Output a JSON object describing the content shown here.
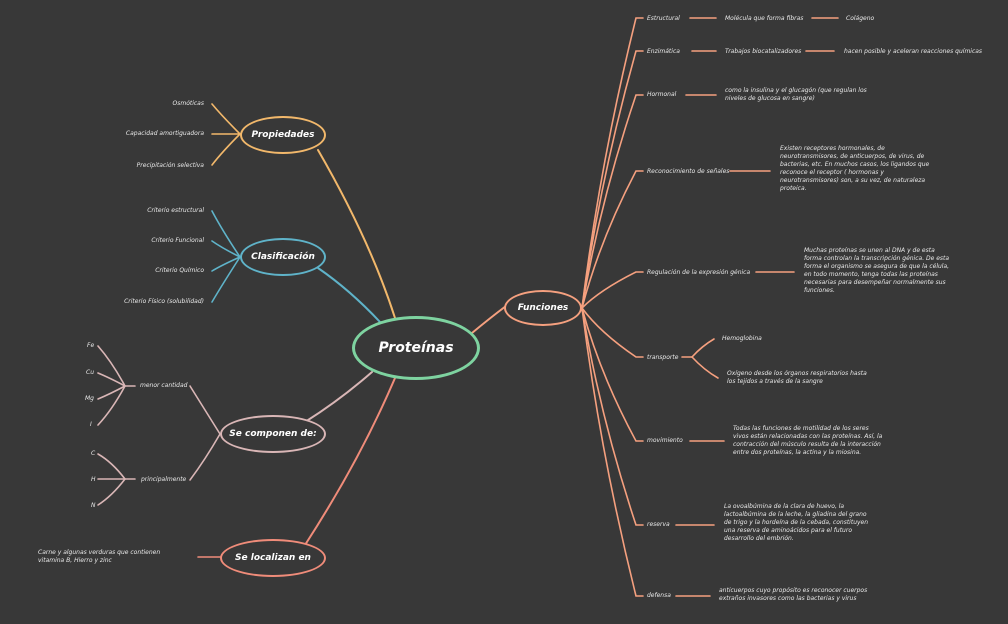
{
  "central": "Proteínas",
  "colors": {
    "central": "#7ed3a0",
    "propiedades": "#f2b86b",
    "clasificacion": "#5fb3c9",
    "componen": "#d9b6b6",
    "localizan": "#f08c7a",
    "funciones": "#f5a07f"
  },
  "propiedades": {
    "title": "Propiedades",
    "items": [
      "Osmóticas",
      "Capacidad amortiguadora",
      "Precipitación selectiva"
    ]
  },
  "clasificacion": {
    "title": "Clasificación",
    "items": [
      "Criterio estructural",
      "Criterio Funcional",
      "Criterio Químico",
      "Criterio Físico (solubilidad)"
    ]
  },
  "componen": {
    "title": "Se componen de:",
    "menor": {
      "label": "menor cantidad",
      "items": [
        "Fe",
        "Cu",
        "Mg",
        "I"
      ]
    },
    "principal": {
      "label": "principalmente",
      "items": [
        "C",
        "H",
        "N"
      ]
    }
  },
  "localizan": {
    "title": "Se localizan en",
    "text": "Carne y algunas verduras que contienen vitamina B, Hierro y zinc"
  },
  "funciones": {
    "title": "Funciones",
    "items": {
      "estructural": {
        "label": "Estructural",
        "detail": "Molécula que forma fibras",
        "extra": "Colágeno"
      },
      "enzimatica": {
        "label": "Enzimática",
        "detail": "Trabajos biocatalizadores",
        "extra": "hacen posible y aceleran reacciones químicas"
      },
      "hormonal": {
        "label": "Hormonal",
        "detail": "como la insulina y el glucagón (que regulan los niveles de glucosa en sangre)"
      },
      "senales": {
        "label": "Reconocimiento de señales",
        "detail": "Existen receptores hormonales, de neurotransmisores, de anticuerpos, de virus, de bacterias, etc. En muchos casos, los ligandos que reconoce el receptor ( hormonas y neurotransmisores) son, a su vez, de naturaleza proteica."
      },
      "genica": {
        "label": "Regulación de la expresión génica",
        "detail": "Muchas proteínas se unen al DNA y de esta forma controlan la transcripción génica. De esta forma el organismo se asegura de que la célula, en todo momento, tenga todas las proteínas necesarias para desempeñar normalmente sus funciones."
      },
      "transporte": {
        "label": "transporte",
        "detail1": "Hemoglobina",
        "detail2": "Oxígeno desde los órganos respiratorios hasta los tejidos a través de la sangre"
      },
      "movimiento": {
        "label": "movimiento",
        "detail": "Todas las funciones de motilidad de los seres vivos están relacionadas con las proteínas. Así, la contracción del músculo resulta de la interacción entre dos proteínas, la actina y la miosina."
      },
      "reserva": {
        "label": "reserva",
        "detail": "La ovoalbúmina de la clara de huevo, la lactoalbúmina de la leche, la gliadina del grano de trigo y la hordeína de la cebada, constituyen una reserva de aminoácidos para el futuro desarrollo del embrión."
      },
      "defensa": {
        "label": "defensa",
        "detail": "anticuerpos cuyo propósito es reconocer cuerpos extraños invasores como las bacterias y virus"
      }
    }
  }
}
